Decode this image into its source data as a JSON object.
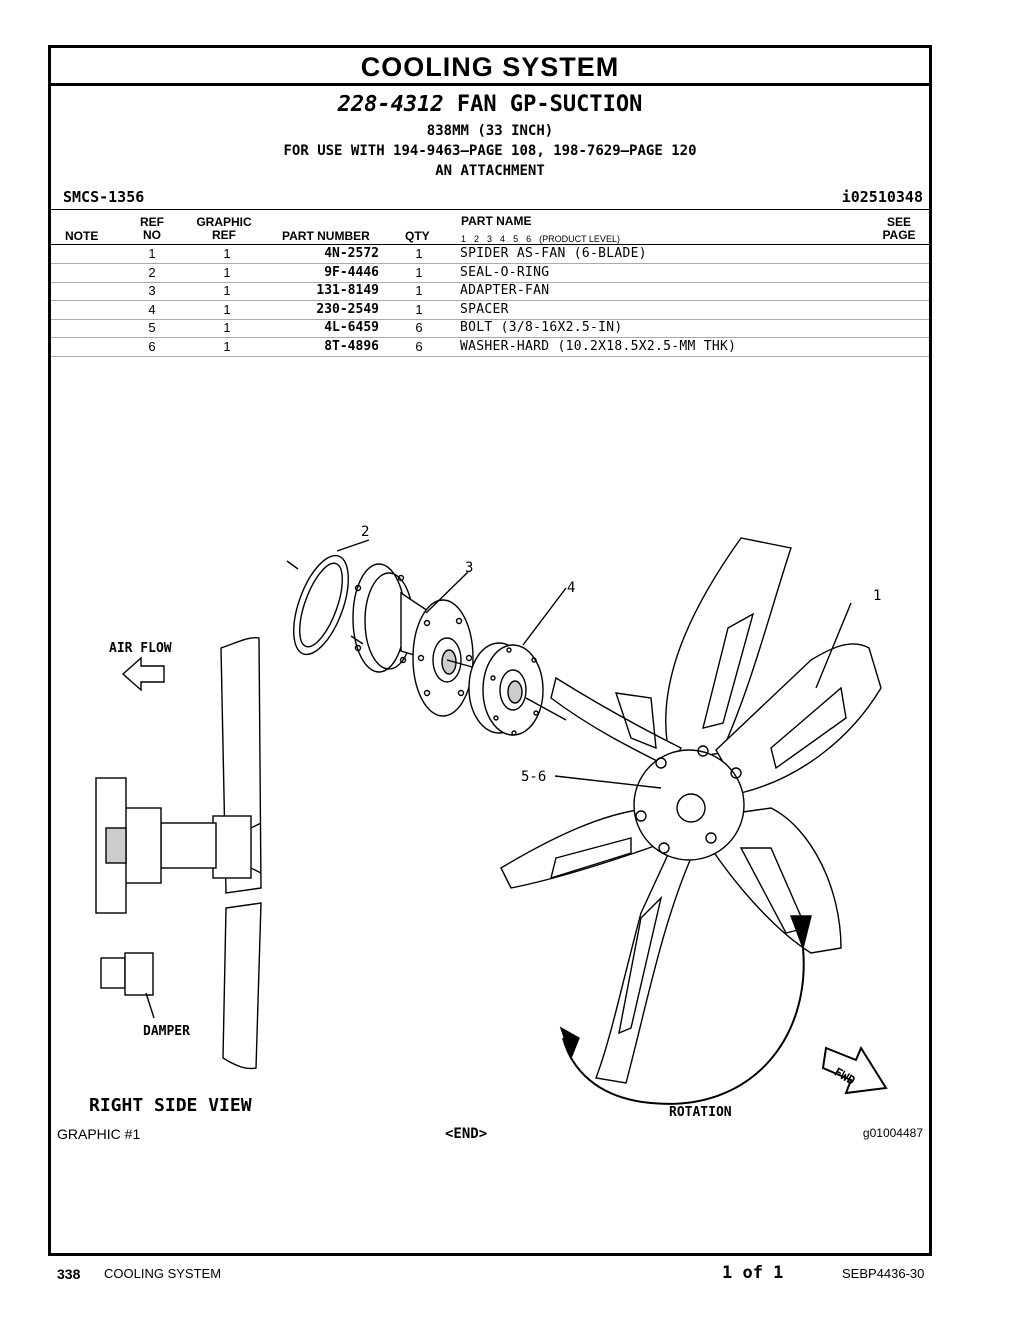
{
  "header": {
    "section_title": "COOLING SYSTEM",
    "group_number": "228-4312",
    "group_name": "FAN GP-SUCTION",
    "size_line": "838MM (33 INCH)",
    "use_line": "FOR USE WITH 194-9463—PAGE 108, 198-7629—PAGE 120",
    "attachment_line": "AN ATTACHMENT",
    "smcs": "SMCS-1356",
    "ident": "i02510348"
  },
  "table": {
    "headers": {
      "note": "NOTE",
      "ref_top": "REF",
      "ref_bottom": "NO",
      "graphic_top": "GRAPHIC",
      "graphic_bottom": "REF",
      "part_number": "PART NUMBER",
      "qty": "QTY",
      "part_name": "PART NAME",
      "levels": [
        "1",
        "2",
        "3",
        "4",
        "5",
        "6"
      ],
      "levels_note": "(PRODUCT LEVEL)",
      "see_top": "SEE",
      "see_bottom": "PAGE"
    },
    "rows": [
      {
        "ref": "1",
        "graphic_ref": "1",
        "part_number": "4N-2572",
        "qty": "1",
        "name": "SPIDER AS-FAN (6-BLADE)"
      },
      {
        "ref": "2",
        "graphic_ref": "1",
        "part_number": "9F-4446",
        "qty": "1",
        "name": "SEAL-O-RING"
      },
      {
        "ref": "3",
        "graphic_ref": "1",
        "part_number": "131-8149",
        "qty": "1",
        "name": "ADAPTER-FAN"
      },
      {
        "ref": "4",
        "graphic_ref": "1",
        "part_number": "230-2549",
        "qty": "1",
        "name": "SPACER"
      },
      {
        "ref": "5",
        "graphic_ref": "1",
        "part_number": "4L-6459",
        "qty": "6",
        "name": "BOLT (3/8-16X2.5-IN)"
      },
      {
        "ref": "6",
        "graphic_ref": "1",
        "part_number": "8T-4896",
        "qty": "6",
        "name": "WASHER-HARD (10.2X18.5X2.5-MM THK)"
      }
    ]
  },
  "drawing": {
    "labels": {
      "callout_1": "1",
      "callout_2": "2",
      "callout_3": "3",
      "callout_4": "4",
      "callout_5_6": "5-6",
      "air_flow": "AIR FLOW",
      "damper": "DAMPER",
      "right_side_view": "RIGHT SIDE VIEW",
      "rotation": "ROTATION",
      "fwd": "FWD"
    },
    "graphic_number": "GRAPHIC #1",
    "end_marker": "<END>",
    "graphic_id": "g01004487"
  },
  "footer": {
    "page_number": "338",
    "section": "COOLING SYSTEM",
    "page_of": "1 of 1",
    "doc_id": "SEBP4436-30"
  }
}
